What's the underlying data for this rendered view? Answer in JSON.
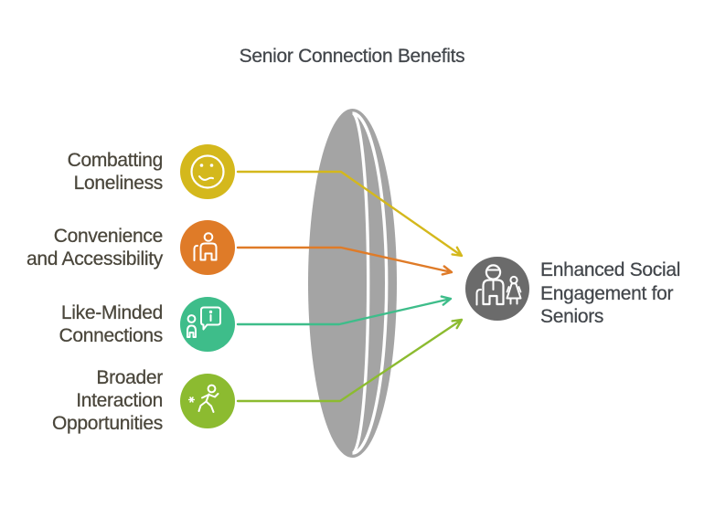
{
  "title": "Senior Connection Benefits",
  "benefits": [
    {
      "label": "Combatting Loneliness",
      "lines": [
        "Combatting",
        "Loneliness"
      ],
      "icon": "sad-face-icon",
      "color": "#d4b81c"
    },
    {
      "label": "Convenience and Accessibility",
      "lines": [
        "Convenience",
        "and Accessibility"
      ],
      "icon": "person-with-cane-icon",
      "color": "#df7b28"
    },
    {
      "label": "Like-Minded Connections",
      "lines": [
        "Like-Minded",
        "Connections"
      ],
      "icon": "person-info-bubble-icon",
      "color": "#3ebd8a"
    },
    {
      "label": "Broader Interaction Opportunities",
      "lines": [
        "Broader",
        "Interaction",
        "Opportunities"
      ],
      "icon": "active-person-icon",
      "color": "#8cbb30"
    }
  ],
  "outcome": {
    "label": "Enhanced Social Engagement for Seniors",
    "lines": [
      "Enhanced Social",
      "Engagement for",
      "Seniors"
    ],
    "icon": "seniors-couple-icon",
    "color": "#6b6b6b"
  },
  "lens_color": "#a4a4a4",
  "text_colors": {
    "title": "#42464b",
    "labels": "#4a463b",
    "outcome": "#42464b"
  }
}
